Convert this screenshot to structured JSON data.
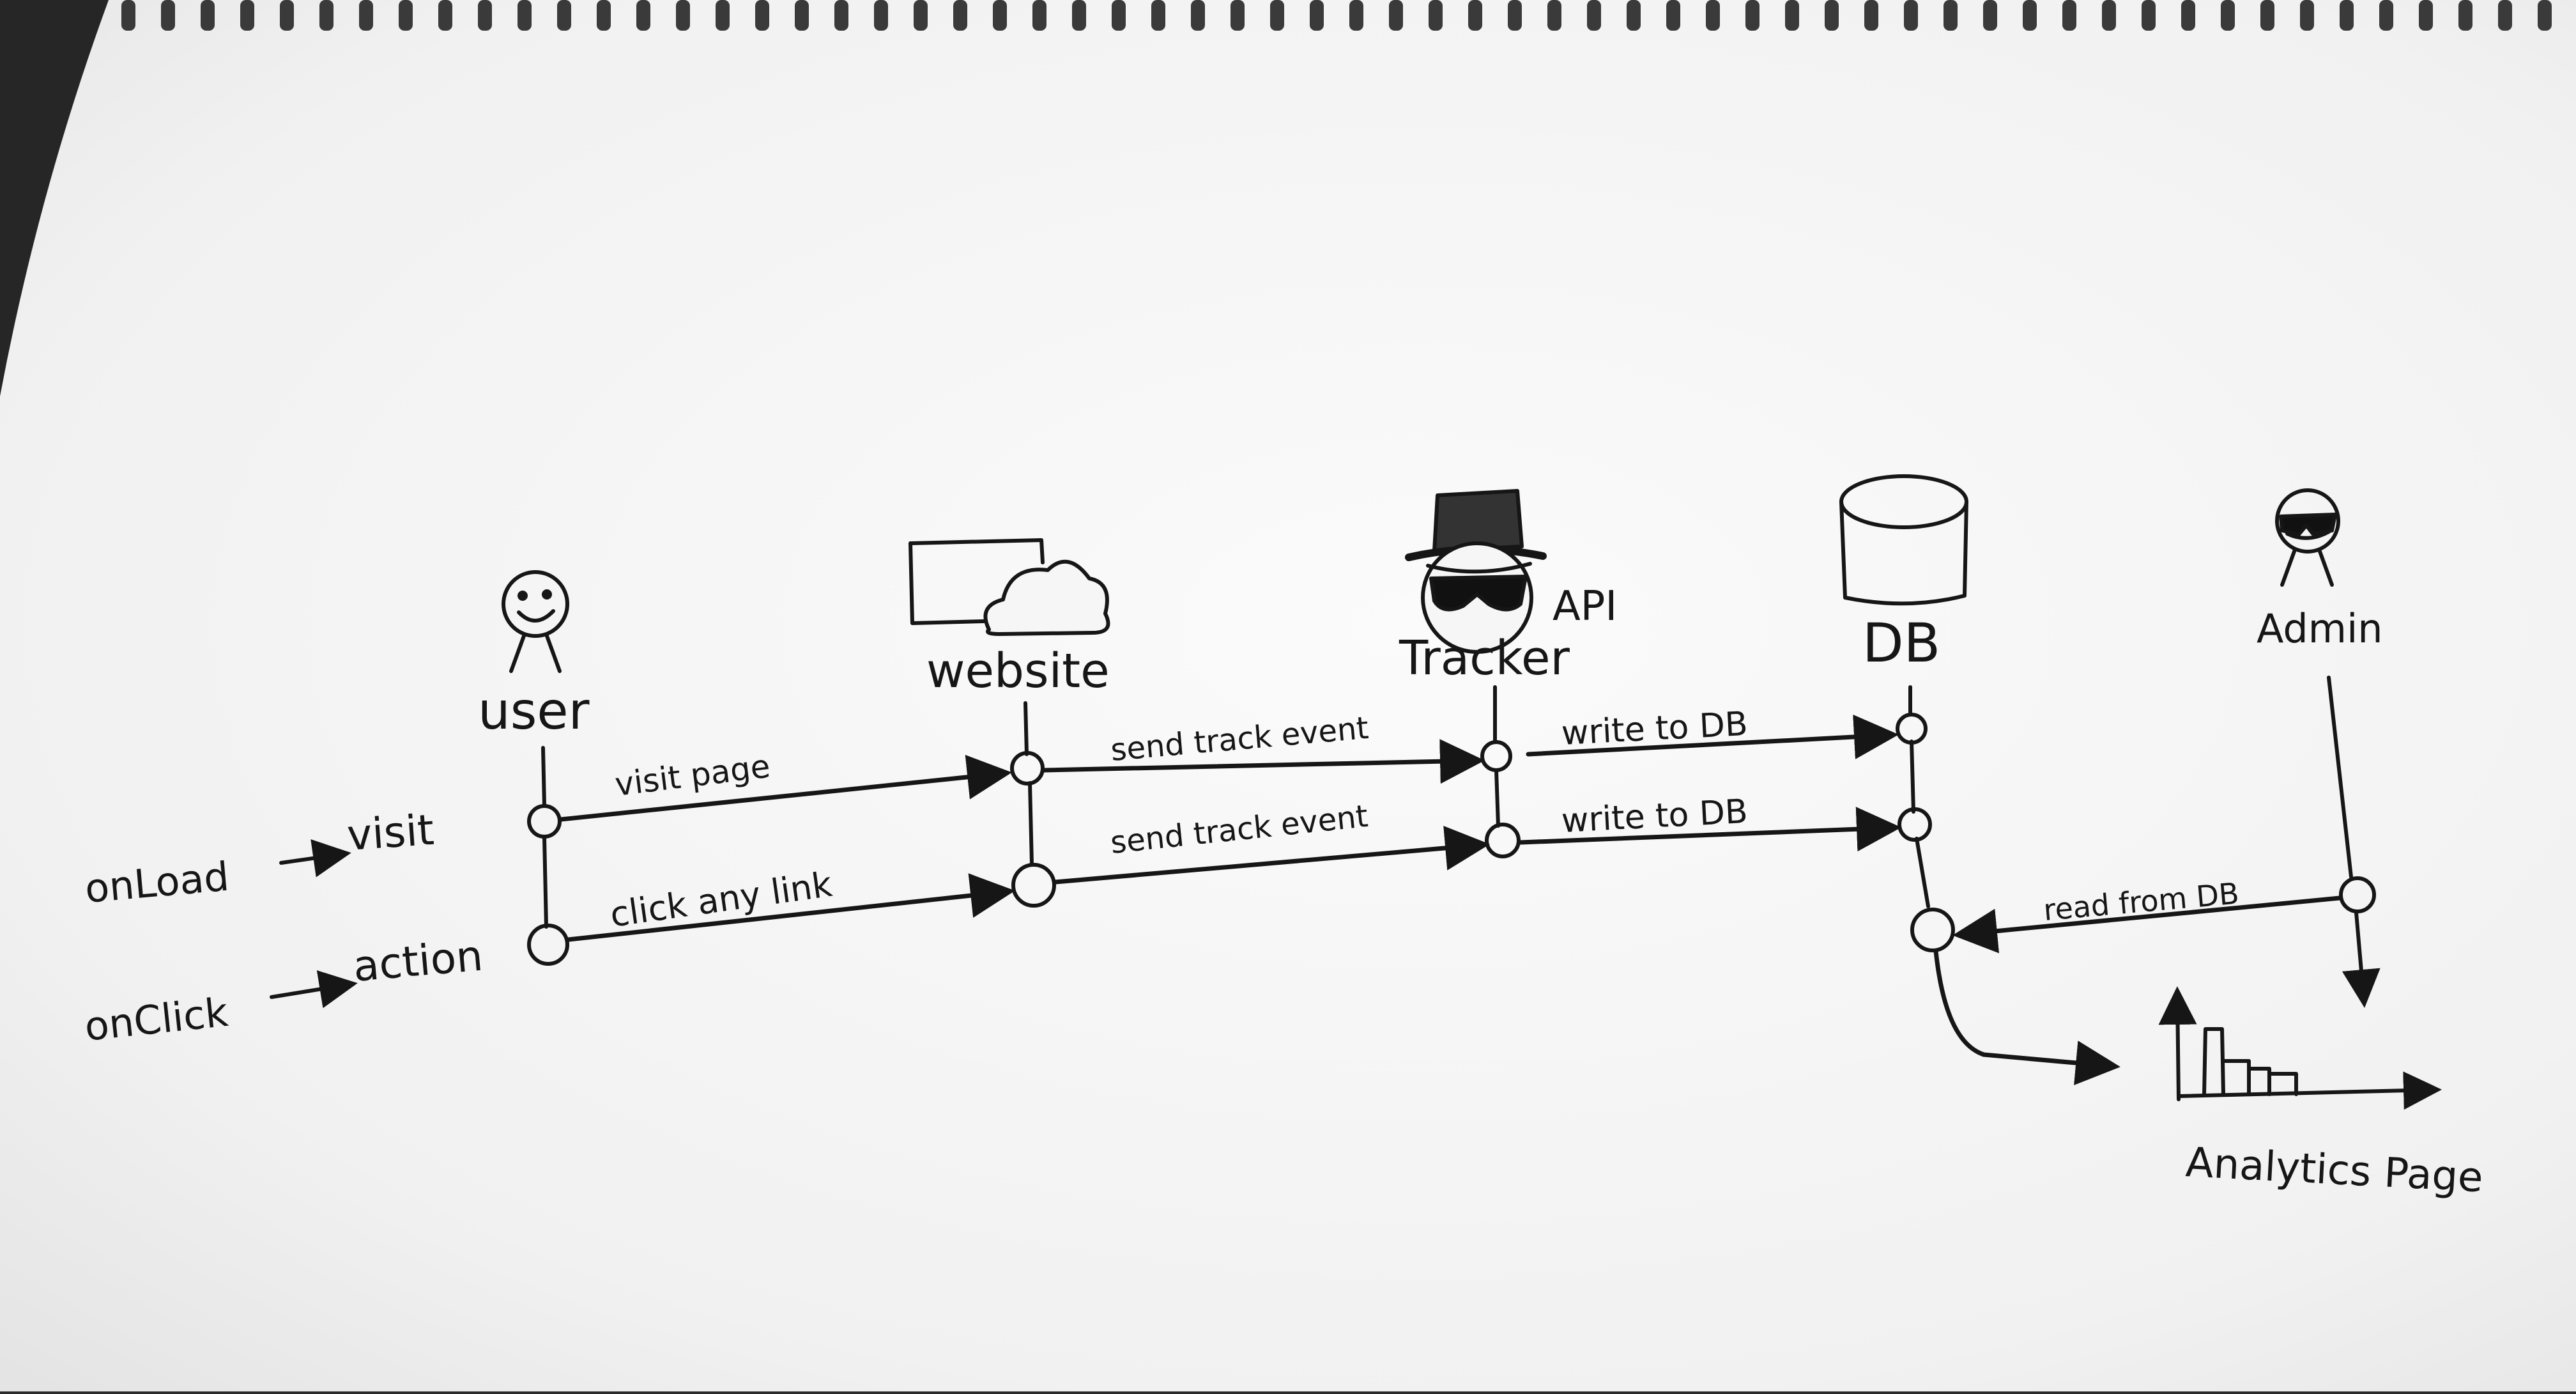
{
  "diagram": {
    "actors": {
      "user": "user",
      "website": "website",
      "tracker": "Tracker",
      "api": "API",
      "db": "DB",
      "admin": "Admin"
    },
    "triggers": {
      "on_load": "onLoad",
      "visit": "visit",
      "on_click": "onClick",
      "action": "action"
    },
    "messages": {
      "visit_page": "visit page",
      "click_any_link": "click any link",
      "send_track_event_1": "send track event",
      "send_track_event_2": "send track event",
      "write_to_db_1": "write to DB",
      "write_to_db_2": "write to DB",
      "read_from_db": "read from DB"
    },
    "output": {
      "analytics_page": "Analytics Page"
    }
  }
}
